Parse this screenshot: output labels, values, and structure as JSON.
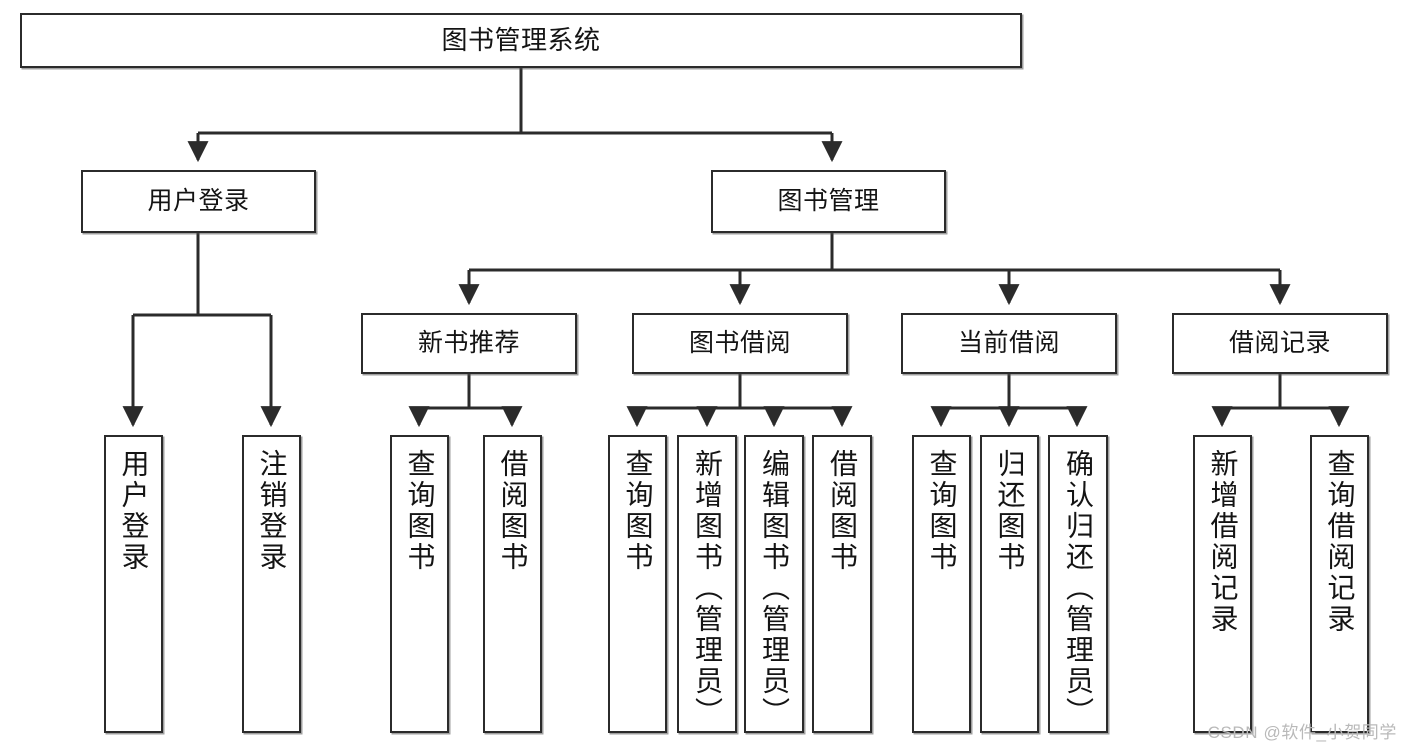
{
  "diagram": {
    "type": "tree",
    "title": "图书管理系统",
    "watermark": "CSDN @软件_小贺同学",
    "colors": {
      "box_border": "#2b2b2b",
      "box_fill": "#ffffff",
      "edge": "#2b2b2b",
      "text": "#141414",
      "watermark": "#b9b9b9"
    },
    "nodes": {
      "root": {
        "label": "图书管理系统"
      },
      "level2": [
        {
          "id": "user-login",
          "label": "用户登录"
        },
        {
          "id": "book-management",
          "label": "图书管理"
        }
      ],
      "level3": [
        {
          "id": "new-book-recommend",
          "label": "新书推荐"
        },
        {
          "id": "book-borrow",
          "label": "图书借阅"
        },
        {
          "id": "current-borrow",
          "label": "当前借阅"
        },
        {
          "id": "borrow-record",
          "label": "借阅记录"
        }
      ],
      "leaves": {
        "user_login": [
          {
            "id": "leaf-user-login",
            "label": "用户登录"
          },
          {
            "id": "leaf-logout-login",
            "label": "注销登录"
          }
        ],
        "new_book_recommend": [
          {
            "id": "leaf-query-book-1",
            "label": "查询图书"
          },
          {
            "id": "leaf-borrow-book-1",
            "label": "借阅图书"
          }
        ],
        "book_borrow": [
          {
            "id": "leaf-query-book-2",
            "label": "查询图书"
          },
          {
            "id": "leaf-add-book-admin",
            "label": "新增图书（管理员）"
          },
          {
            "id": "leaf-edit-book-admin",
            "label": "编辑图书（管理员）"
          },
          {
            "id": "leaf-borrow-book-2",
            "label": "借阅图书"
          }
        ],
        "current_borrow": [
          {
            "id": "leaf-query-book-3",
            "label": "查询图书"
          },
          {
            "id": "leaf-return-book",
            "label": "归还图书"
          },
          {
            "id": "leaf-confirm-return-admin",
            "label": "确认归还（管理员）"
          }
        ],
        "borrow_record": [
          {
            "id": "leaf-add-borrow-record",
            "label": "新增借阅记录"
          },
          {
            "id": "leaf-query-borrow-record",
            "label": "查询借阅记录"
          }
        ]
      }
    }
  }
}
